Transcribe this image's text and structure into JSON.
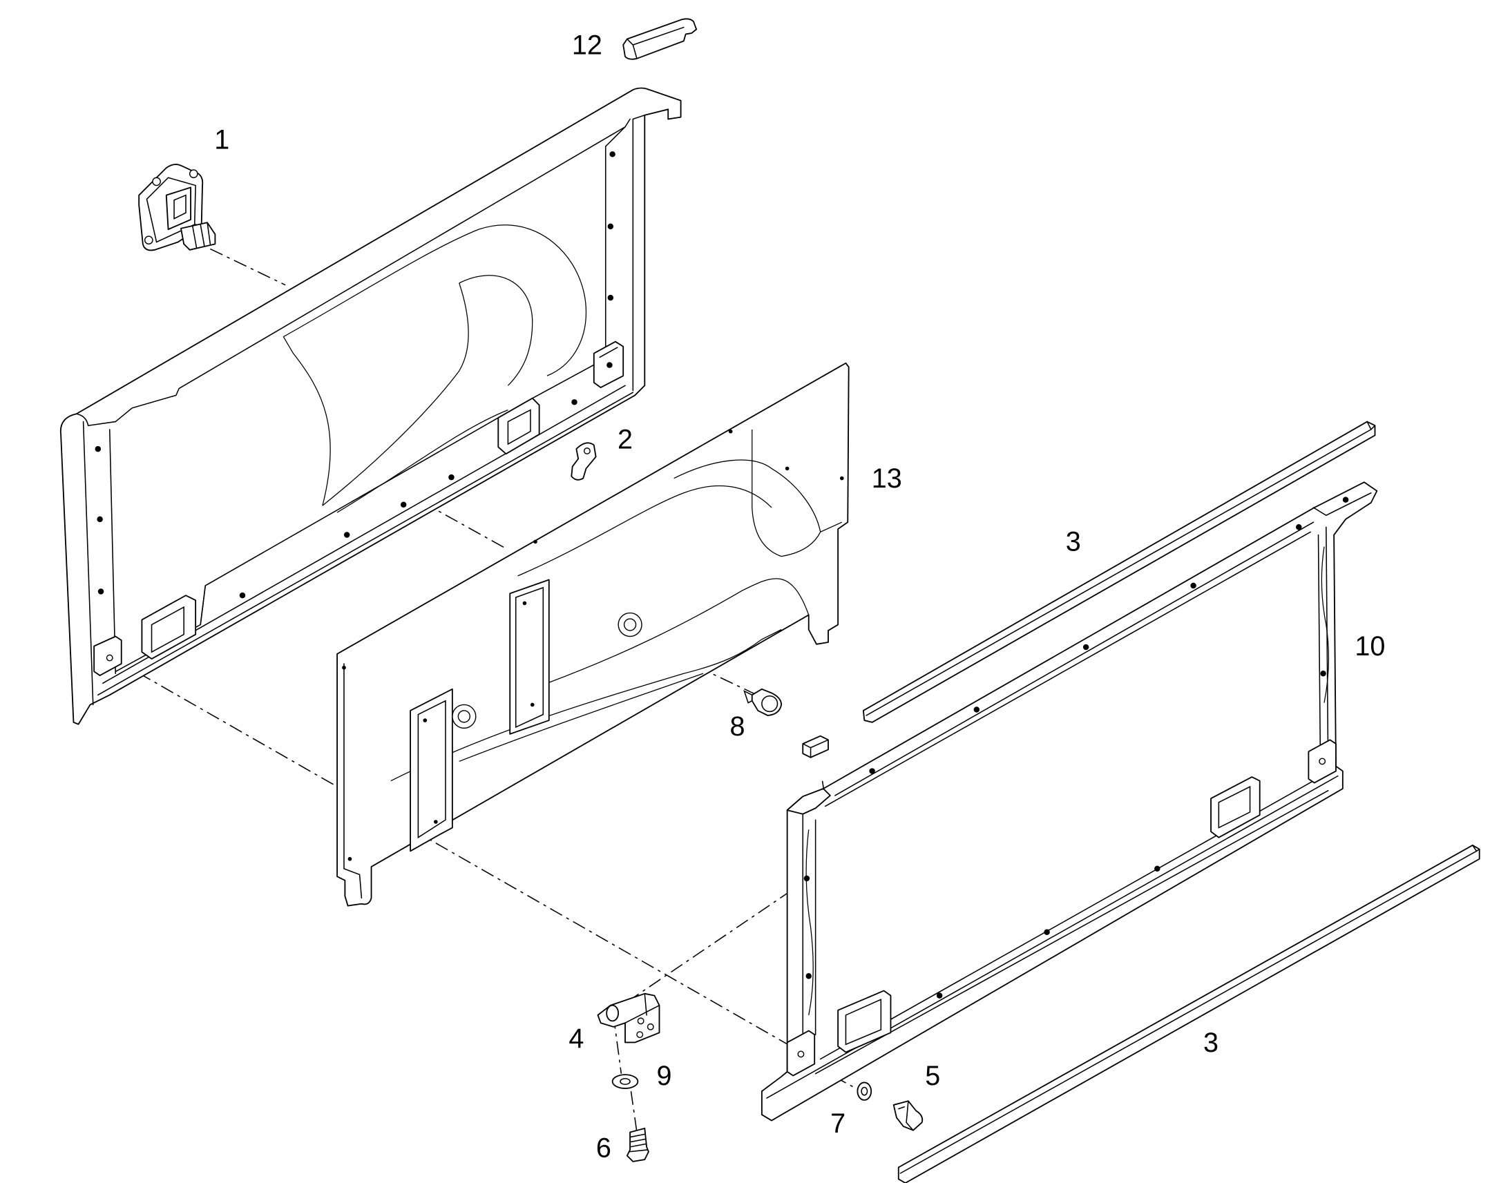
{
  "diagram": {
    "callouts": [
      "12",
      "1",
      "2",
      "13",
      "3",
      "10",
      "8",
      "4",
      "9",
      "5",
      "3",
      "7",
      "6"
    ]
  },
  "colors": {
    "line": "#000000",
    "background": "#ffffff"
  }
}
